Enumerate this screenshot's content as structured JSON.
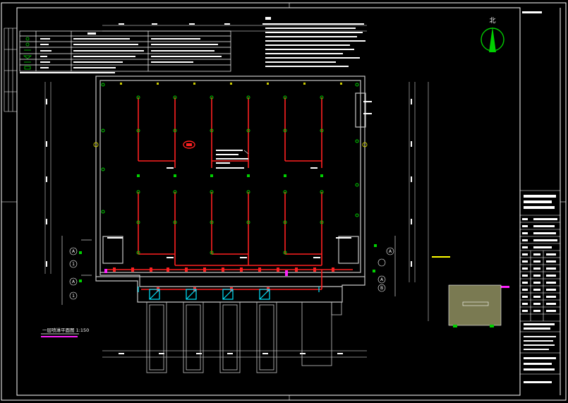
{
  "drawing": {
    "plan_title": "一层喷淋平面图 1:150",
    "plan_subtitle": "",
    "north_label": "北",
    "legend_title": "",
    "axis_a": "A",
    "axis_b": "B",
    "axis_1": "1",
    "colors": {
      "background": "#000000",
      "frame": "#ffffff",
      "wall": "#c8c8c8",
      "pipe_main": "#ff2020",
      "pipe_branch": "#ff2020",
      "sprinkler": "#00d000",
      "water_tank": "#00e5ff",
      "accent_magenta": "#ff20ff",
      "detail_fill": "#7a7a52"
    },
    "icons": {
      "north_arrow": "north-arrow-icon",
      "axis_bubble": "axis-bubble-icon",
      "sprinkler": "sprinkler-head-icon"
    }
  }
}
